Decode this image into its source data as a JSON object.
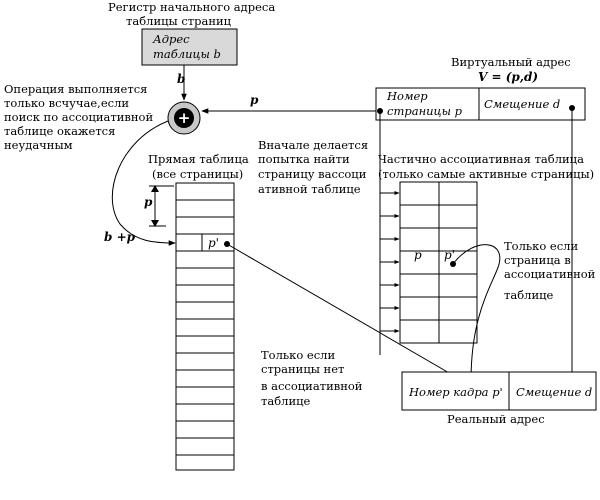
{
  "register": {
    "caption": [
      "Регистр  начального адреса",
      "таблицы страниц"
    ],
    "box": [
      "Адрес",
      "таблицы b"
    ]
  },
  "operation_note": [
    "Операция выполняется",
    "только всчучае,если",
    "поиск по ассоциативной",
    "таблице окажется",
    "неудачным"
  ],
  "first_attempt_note": [
    "Вначале делается",
    "попытка найти",
    "страницу вассоци",
    "ативной таблице"
  ],
  "direct_table": {
    "caption": [
      "Прямая таблица",
      "(все страницы)"
    ],
    "entry_label": "p'"
  },
  "virtual_address": {
    "caption": "Виртуальный адрес",
    "formula": "V = (p,d)",
    "page_field": [
      "Номер",
      "страницы p"
    ],
    "offset_field": "Смещение d"
  },
  "assoc_table": {
    "caption": [
      "Частично ассоциативная таблица",
      "(только самые активные страницы)"
    ],
    "entry_p": "p",
    "entry_p_prime": "p'"
  },
  "assoc_only_note": [
    "Только если",
    "страница в",
    "ассоциативной",
    "таблице"
  ],
  "direct_only_note": [
    "Только если",
    "страницы нет",
    "в  ассоциативной",
    "таблице"
  ],
  "real_address": {
    "frame_field": "Номер кадра p'",
    "offset_field": "Смещение d",
    "caption": "Реальный адрес"
  },
  "symbols": {
    "b": "b",
    "p": "p",
    "b_plus_p": "b +p",
    "p_dim": "p",
    "plus": "+"
  }
}
